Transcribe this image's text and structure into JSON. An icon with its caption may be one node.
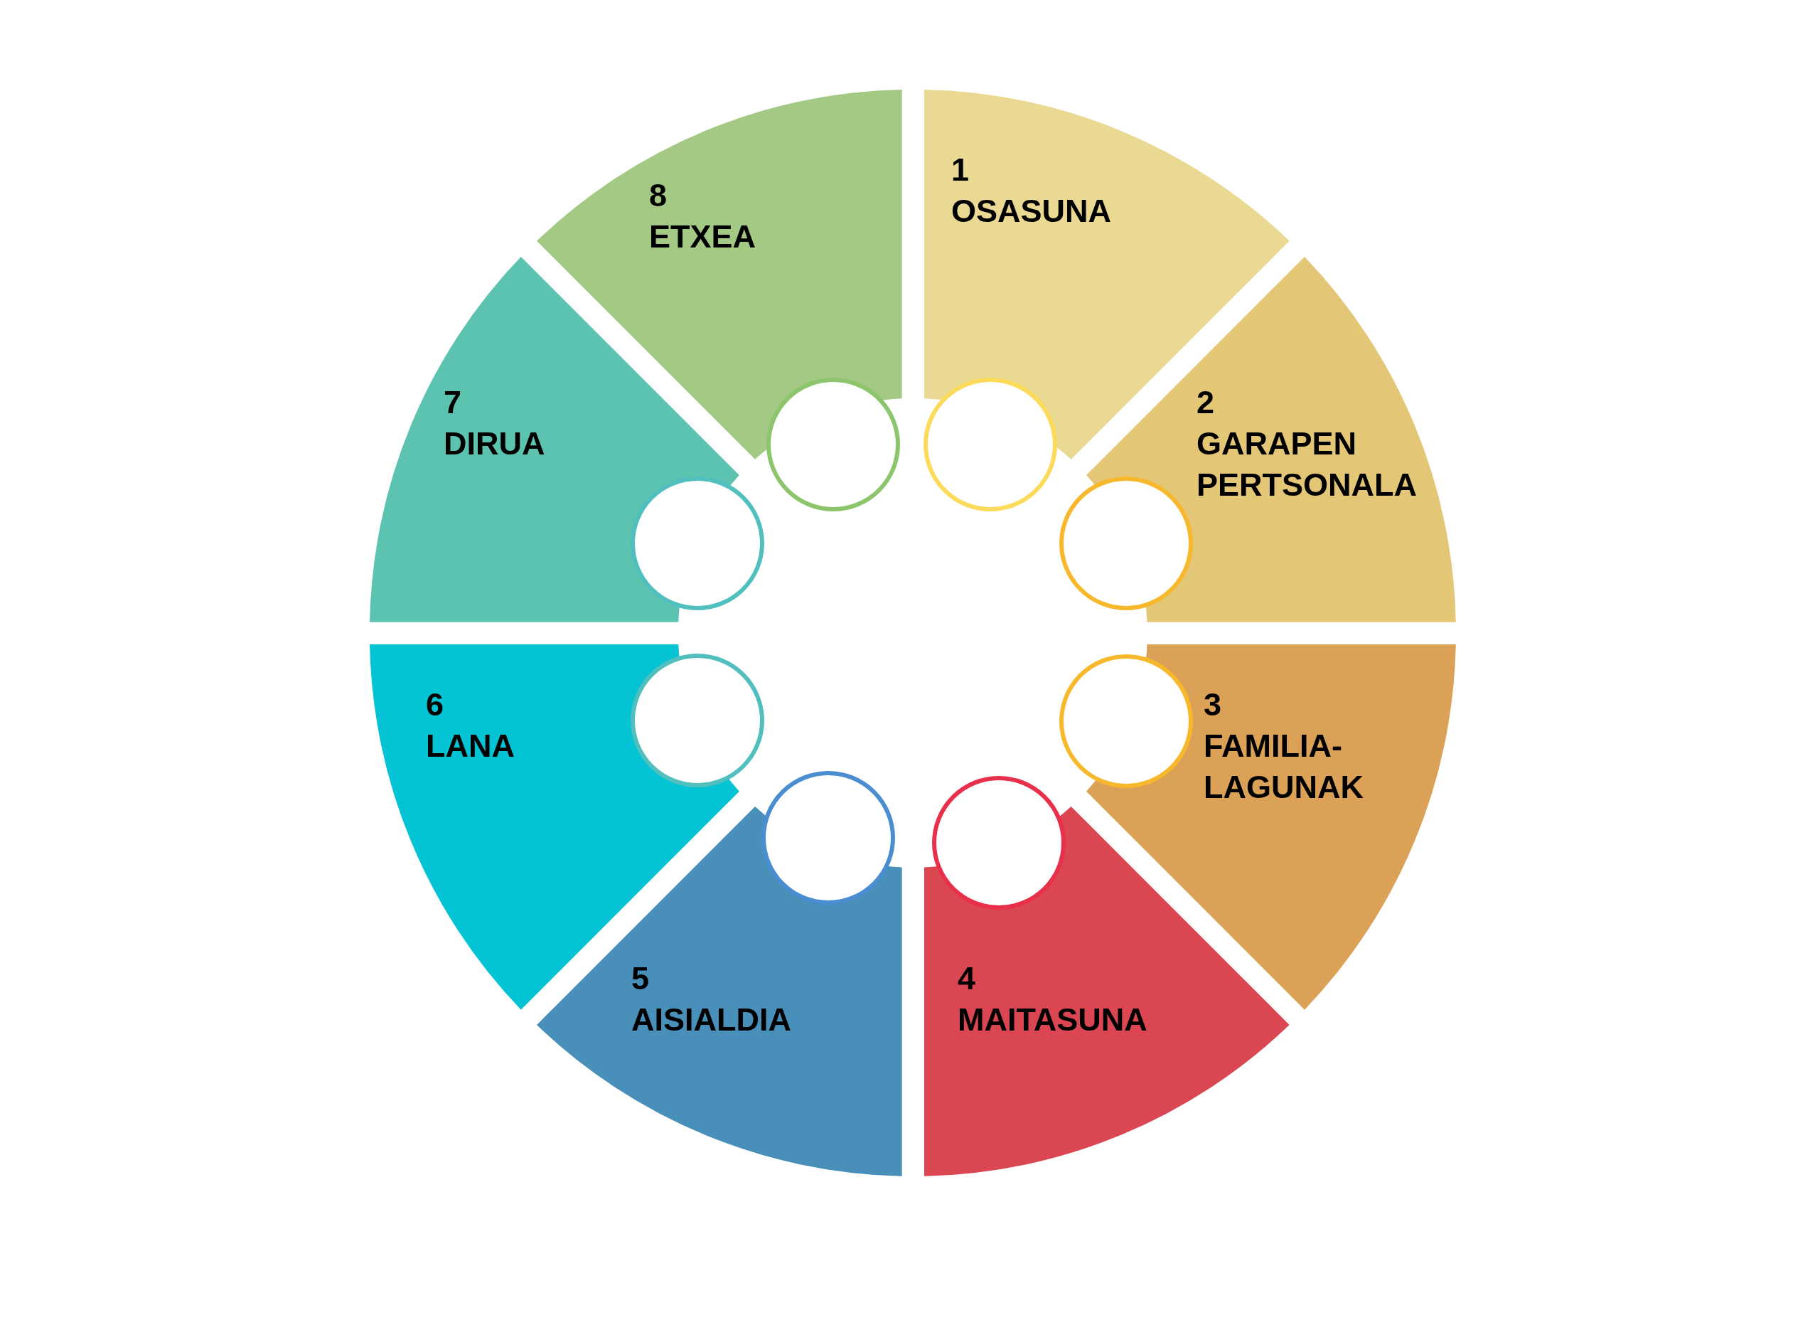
{
  "diagram": {
    "nodes": [
      {
        "text": [
          "1",
          "OSASUNA"
        ]
      },
      {
        "text": [
          "2",
          "GARAPEN PERTSONALA"
        ]
      },
      {
        "text": [
          "3",
          "FAMILIA-LAGUNAK"
        ]
      },
      {
        "text": [
          "4",
          "MAITASUNA"
        ]
      },
      {
        "text": [
          "5",
          "AISIALDIA"
        ]
      },
      {
        "text": [
          "6",
          "LANA"
        ]
      },
      {
        "text": [
          "7",
          "DIRUA"
        ]
      },
      {
        "text": [
          "8",
          "ETXEA"
        ]
      },
      {
        "text": [],
        "shape": "circle"
      },
      {
        "text": [],
        "shape": "circle"
      },
      {
        "text": [],
        "shape": "circle"
      },
      {
        "text": [],
        "shape": "circle"
      },
      {
        "text": [],
        "shape": "circle"
      },
      {
        "text": [],
        "shape": "circle"
      },
      {
        "text": [],
        "shape": "circle"
      },
      {
        "text": [],
        "shape": "circle"
      }
    ]
  }
}
